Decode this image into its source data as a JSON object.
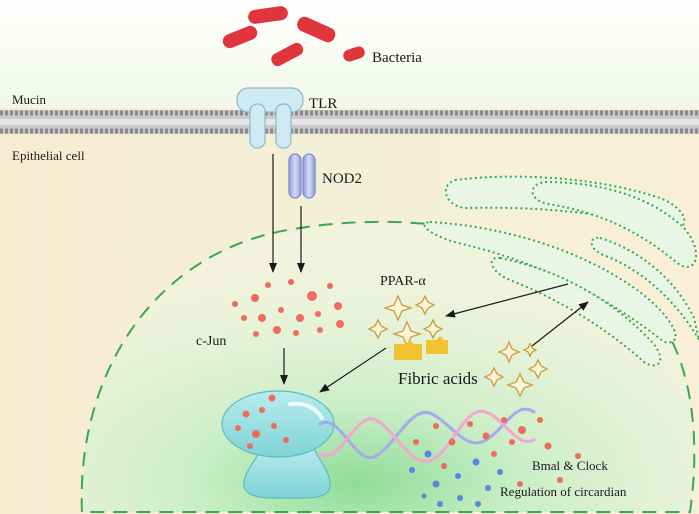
{
  "labels": {
    "bacteria": "Bacteria",
    "mucin": "Mucin",
    "tlr": "TLR",
    "epithelial_cell": "Epithelial cell",
    "nod2": "NOD2",
    "ppar_alpha": "PPAR-α",
    "c_jun": "c-Jun",
    "fibric_acids": "Fibric acids",
    "bmal_clock": "Bmal & Clock",
    "regulation": "Regulation of circardian"
  },
  "colors": {
    "bacteria": "#e0353d",
    "membrane": "#9a9a9a",
    "receptor": "#cfeaf2",
    "nod2": "#a9b4e6",
    "nucleus_outline": "#3aa84f",
    "er": "#3aa84f",
    "dots_red": "#ef6b5e",
    "dots_blue": "#5b86e0",
    "star_fill": "#fdf3d6",
    "star_stroke": "#caa14a",
    "drug_block": "#f2c233",
    "dna_pink": "#f4a6d0",
    "dna_blue": "#a7a9ee",
    "chromatin": "#a6e3e4"
  }
}
